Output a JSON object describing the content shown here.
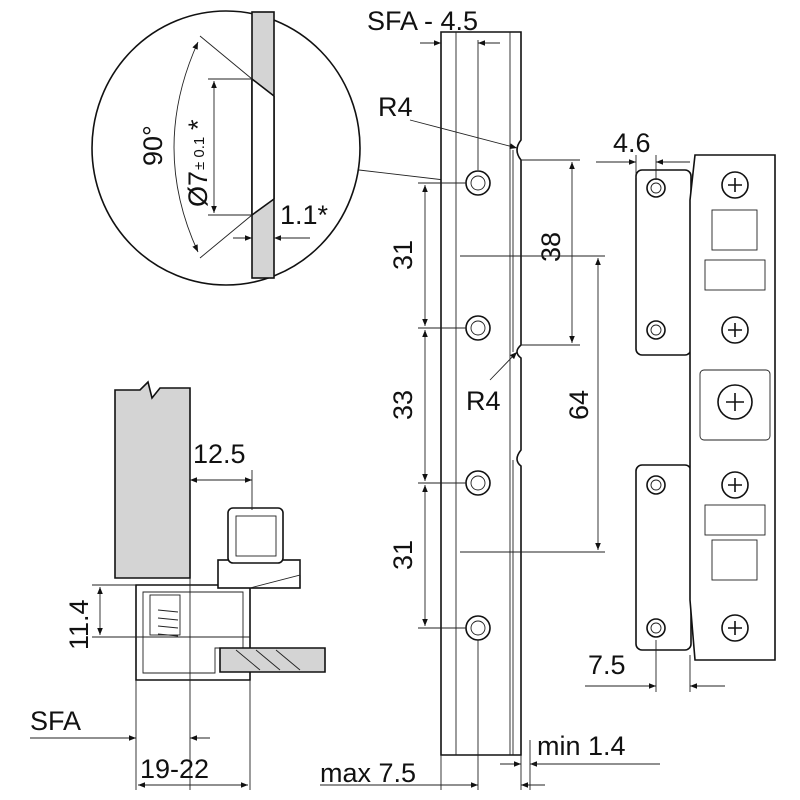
{
  "detail": {
    "angle": "90°",
    "diameter": "Ø7",
    "tolerance": "± 0.1",
    "diameter_star": "*",
    "thickness": "1.1*"
  },
  "rail": {
    "sfa_offset": "SFA - 4.5",
    "radius_top": "R4",
    "radius_bottom": "R4",
    "spacing_1": "31",
    "spacing_2": "33",
    "spacing_3": "31",
    "slot_length": "38",
    "slot_spacing": "64",
    "min_label": "min 1.4",
    "max_label": "max 7.5"
  },
  "bracket": {
    "offset_top": "4.6",
    "offset_bottom": "7.5"
  },
  "section": {
    "width_12_5": "12.5",
    "height_11_4": "11.4",
    "sfa": "SFA",
    "range": "19-22"
  }
}
